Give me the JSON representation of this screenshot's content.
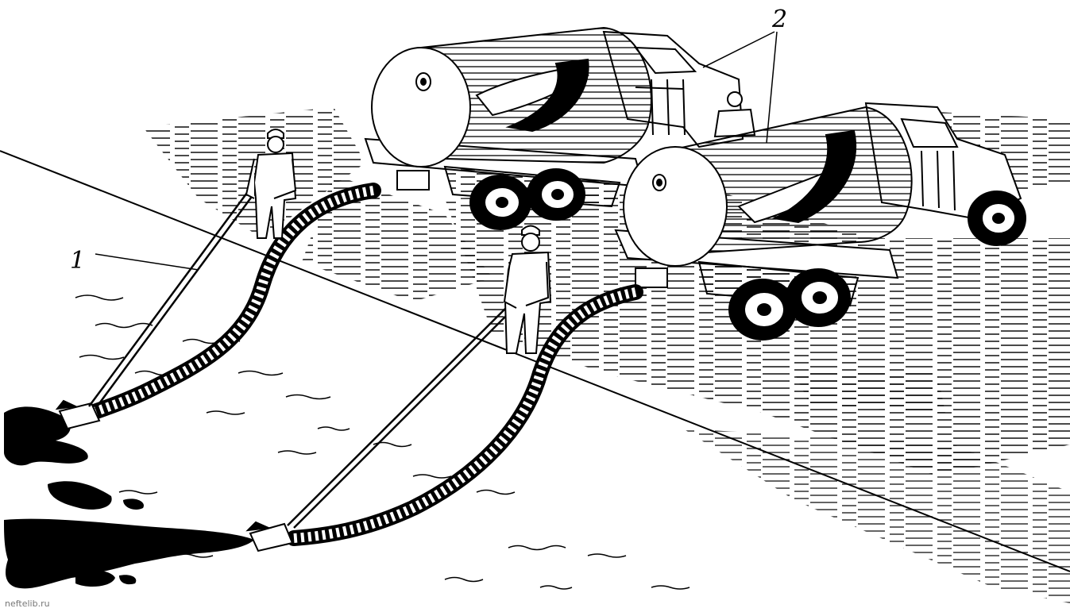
{
  "figure": {
    "labels": {
      "label_1": "1",
      "label_2": "2"
    },
    "watermark": "neftelib.ru",
    "colors": {
      "ink": "#000000",
      "paper": "#ffffff",
      "oil": "#000000"
    }
  }
}
